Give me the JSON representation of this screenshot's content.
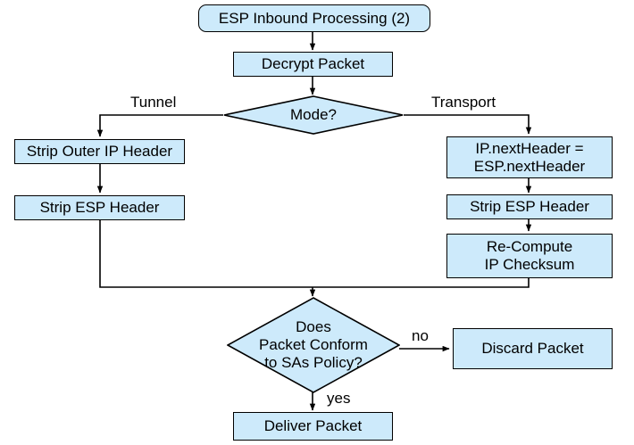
{
  "diagram": {
    "title": "ESP Inbound Processing (2)",
    "type": "flowchart",
    "palette": {
      "node_fill": "#cdeafb",
      "node_stroke": "#000000",
      "background": "#ffffff",
      "text": "#000000"
    },
    "nodes": {
      "start": {
        "label": "ESP Inbound Processing (2)",
        "shape": "rounded-rectangle"
      },
      "decrypt": {
        "label": "Decrypt Packet",
        "shape": "rectangle"
      },
      "mode": {
        "label": "Mode?",
        "shape": "diamond"
      },
      "strip_outer_ip": {
        "label": "Strip Outer IP Header",
        "shape": "rectangle"
      },
      "strip_esp_left": {
        "label": "Strip ESP Header",
        "shape": "rectangle"
      },
      "next_header": {
        "label": "IP.nextHeader =\nESP.nextHeader",
        "shape": "rectangle"
      },
      "strip_esp_right": {
        "label": "Strip ESP Header",
        "shape": "rectangle"
      },
      "recompute": {
        "label": "Re-Compute\nIP Checksum",
        "shape": "rectangle"
      },
      "conform": {
        "label": "Does\nPacket Conform\nto SAs Policy?",
        "shape": "diamond"
      },
      "discard": {
        "label": "Discard Packet",
        "shape": "rectangle"
      },
      "deliver": {
        "label": "Deliver Packet",
        "shape": "rectangle"
      }
    },
    "edge_labels": {
      "tunnel": "Tunnel",
      "transport": "Transport",
      "no": "no",
      "yes": "yes"
    }
  }
}
